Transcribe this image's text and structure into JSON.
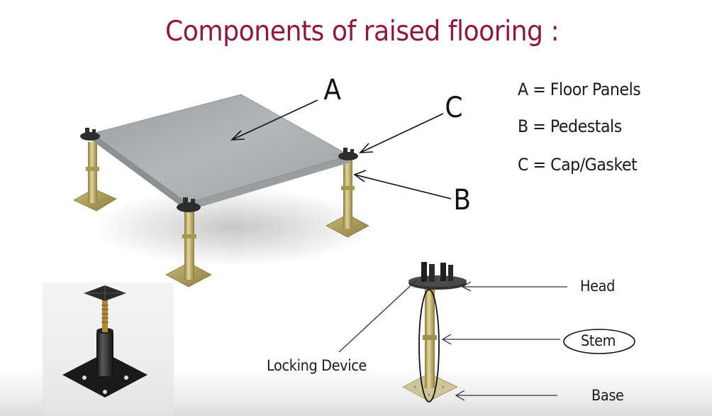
{
  "slide": {
    "title": "Components of raised flooring :",
    "title_color": "#8b1a3e"
  },
  "legend": {
    "items": [
      {
        "key": "A",
        "label": "A = Floor Panels"
      },
      {
        "key": "B",
        "label": "B = Pedestals"
      },
      {
        "key": "C",
        "label": "C = Cap/Gasket"
      }
    ]
  },
  "callouts": {
    "a": "A",
    "b": "B",
    "c": "C"
  },
  "pedestal_parts": {
    "head": "Head",
    "stem": "Stem",
    "base": "Base",
    "locking_device": "Locking Device"
  },
  "colors": {
    "panel": "#a9acad",
    "brass": "#b9a865",
    "cap": "#2e2e2e",
    "text": "#1a1a1a"
  }
}
